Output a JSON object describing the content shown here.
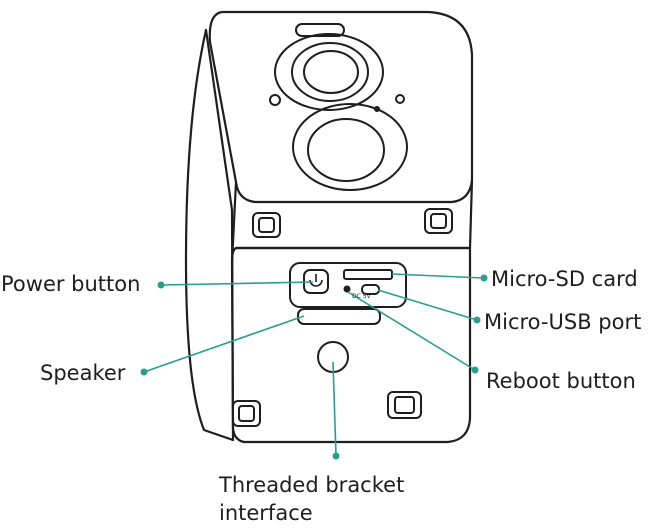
{
  "labels": {
    "power_button": "Power button",
    "speaker": "Speaker",
    "micro_sd_card": "Micro-SD card",
    "micro_usb_port": "Micro-USB port",
    "reboot_button": "Reboot button",
    "threaded_bracket_line1": "Threaded bracket",
    "threaded_bracket_line2": "interface"
  },
  "port_marking": "DC 5V",
  "colors": {
    "callout": "#2a9d8f",
    "outline": "#1e1e1e",
    "text": "#1e1e1e",
    "background": "#ffffff"
  }
}
